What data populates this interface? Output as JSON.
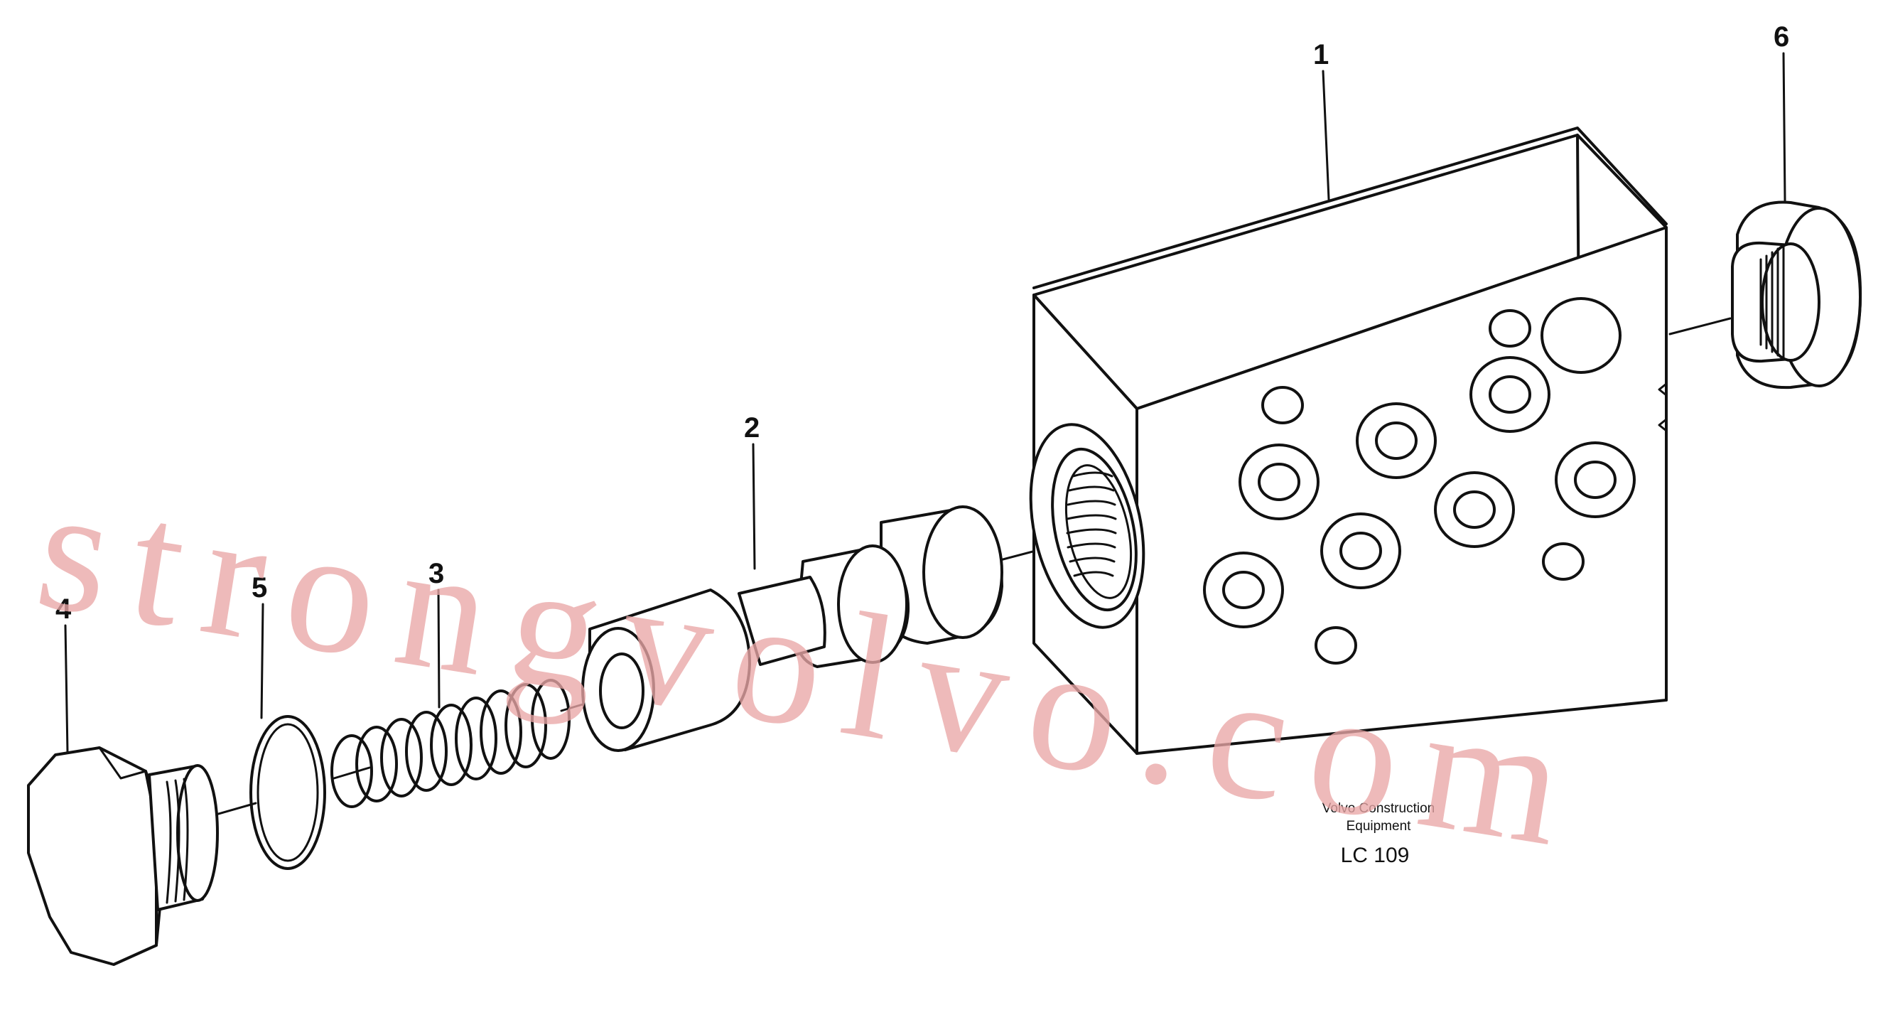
{
  "callouts": {
    "c1": "1",
    "c2": "2",
    "c3": "3",
    "c4": "4",
    "c5": "5",
    "c6": "6"
  },
  "caption": {
    "line1": "Volvo Construction",
    "line2": "Equipment",
    "code": "LC 109"
  },
  "watermark": "strongvolvo.com",
  "colors": {
    "ink": "#111111",
    "watermark": "#e9a7a7",
    "background": "#ffffff"
  }
}
